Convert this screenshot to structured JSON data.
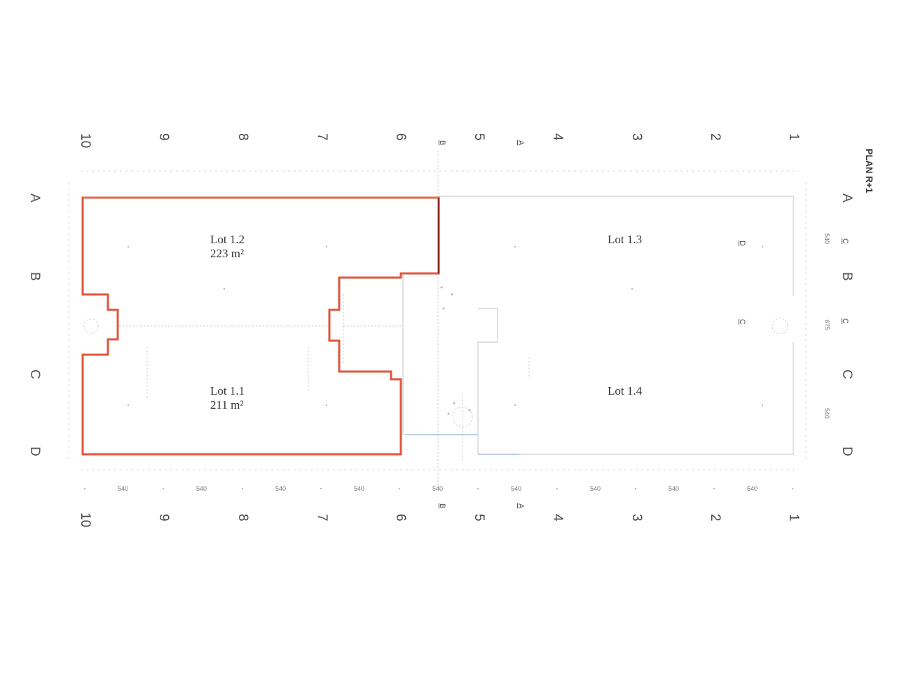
{
  "plan": {
    "title": "PLAN R+1",
    "colors": {
      "lot_outline": "#e0563c",
      "lot_divider": "#8a2a1c",
      "partition": "#a9c2db",
      "wall": "#c9ced6"
    }
  },
  "axes": {
    "columns_top": [
      "10",
      "9",
      "8",
      "7",
      "6",
      "5",
      "4",
      "3",
      "2",
      "1"
    ],
    "columns_bottom": [
      "10",
      "9",
      "8",
      "7",
      "6",
      "5",
      "4",
      "3",
      "2",
      "1"
    ],
    "rows_left": [
      "A",
      "B",
      "C",
      "D"
    ],
    "rows_right": [
      "A",
      "B",
      "C",
      "D"
    ]
  },
  "dimensions": {
    "bottom": [
      "540",
      "540",
      "540",
      "540",
      "540",
      "540",
      "540",
      "540",
      "540"
    ],
    "right": [
      "540",
      "675",
      "540"
    ]
  },
  "section_marks": {
    "top": [
      "B",
      "A"
    ],
    "bottom": [
      "B",
      "A"
    ],
    "right": [
      "C",
      "C"
    ],
    "inner": [
      "D",
      "C"
    ]
  },
  "lots": [
    {
      "id": "lot-1-2",
      "name": "Lot 1.2",
      "area": "223 m²",
      "highlighted": true
    },
    {
      "id": "lot-1-1",
      "name": "Lot 1.1",
      "area": "211 m²",
      "highlighted": true
    },
    {
      "id": "lot-1-3",
      "name": "Lot 1.3",
      "area": "",
      "highlighted": false
    },
    {
      "id": "lot-1-4",
      "name": "Lot 1.4",
      "area": "",
      "highlighted": false
    }
  ]
}
